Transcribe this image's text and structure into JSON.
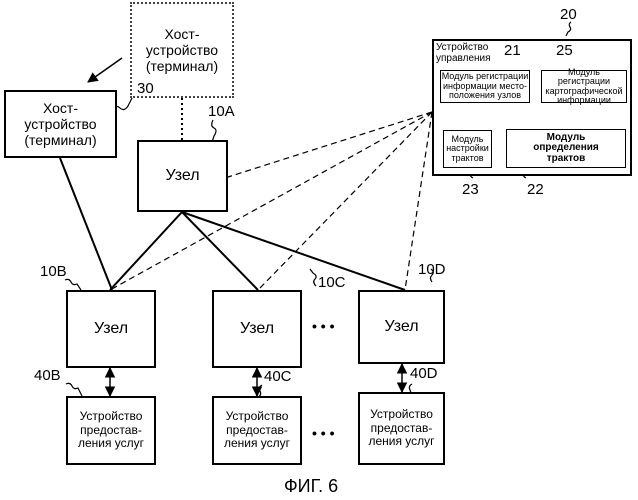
{
  "host_top": {
    "label": "Хост-\nустройство\n(терминал)"
  },
  "host_left": {
    "label": "Хост-\nустройство\n(терминал)",
    "ref": "30"
  },
  "nodes": {
    "a": {
      "label": "Узел",
      "ref": "10A"
    },
    "b": {
      "label": "Узел",
      "ref": "10B"
    },
    "c": {
      "label": "Узел",
      "ref": "10C"
    },
    "d": {
      "label": "Узел",
      "ref": "10D"
    }
  },
  "services": {
    "b": {
      "label": "Устройство\nпредостав-\nления услуг",
      "ref": "40B"
    },
    "c": {
      "label": "Устройство\nпредостав-\nления услуг",
      "ref": "40C"
    },
    "d": {
      "label": "Устройство\nпредостав-\nления услуг",
      "ref": "40D"
    }
  },
  "ellipsis": "• • •",
  "control": {
    "title": "Устройство\nуправления",
    "ref": "20",
    "mod_location": {
      "label": "Модуль регистрации\nинформации место-\nположения узлов",
      "ref": "21"
    },
    "mod_map": {
      "label": "Модуль регистрации\nкартографической\nинформации",
      "ref": "25"
    },
    "mod_setup": {
      "label": "Модуль\nнастройки\nтрактов",
      "ref": "23"
    },
    "mod_route": {
      "label": "Модуль\nопределения\nтрактов",
      "ref": "22"
    }
  },
  "caption": "ФИГ. 6"
}
